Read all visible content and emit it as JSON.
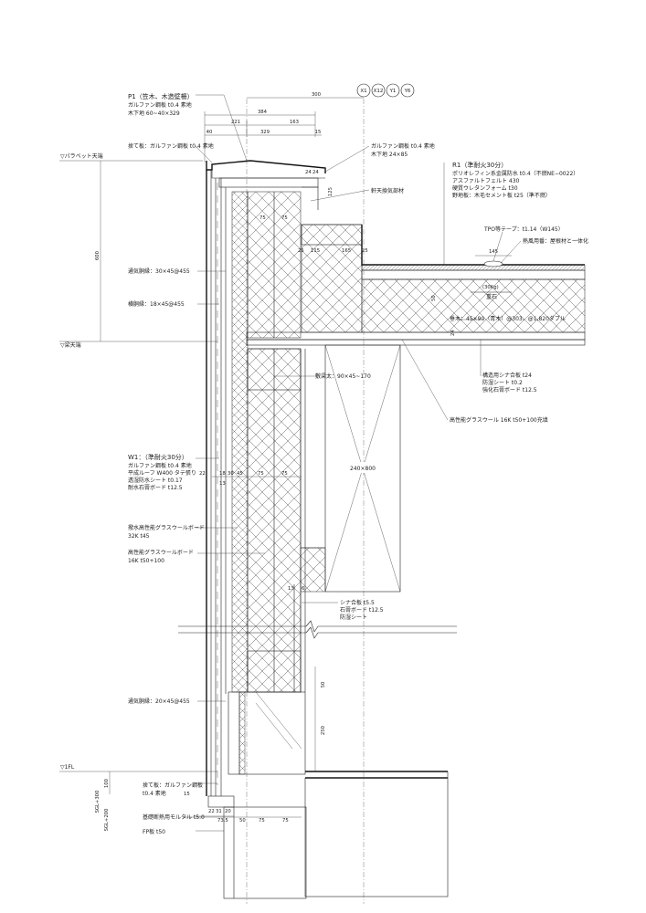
{
  "grid_labels": [
    "X1",
    "X12",
    "Y1",
    "Y6"
  ],
  "levels": {
    "parapet": "▽パラペット天端",
    "beam": "▽梁天端",
    "floor1": "▽1FL",
    "sglp300": "SGL+300",
    "sglp200": "SGL+200"
  },
  "notes": {
    "p1_title": "P1（笠木、木造壁柵）",
    "p1_l1": "ガルファン鋼板 t0.4 素地",
    "p1_l2": "木下地 60~40×329",
    "flashing_top": "捨て板：ガルファン鋼板 t0.4 素地",
    "soffit_l1": "ガルファン鋼板 t0.4 素地",
    "soffit_l2": "木下地 24×85",
    "eave_vent": "軒天換気部材",
    "r1_title": "R1（準耐火30分）",
    "r1_l1": "ポリオレフィン系金属防水 t0.4（不燃NE−0022）",
    "r1_l2": "アスファルトフェルト 430",
    "r1_l3": "硬質ウレタンフォーム t30",
    "r1_l4": "野地板：木毛セメント板 t25（準不燃）",
    "tpo_tape": "TPO等テープ：t1.14（W145）",
    "wind": "熱風用番：屋根材と一体化",
    "weight": "重石",
    "weight_dim": "(30Kg)",
    "rafter": "垂木：45×90（青木）@303、@1,820ダブル",
    "ply": "構造用シナ合板 t24",
    "moist": "防湿シート t0.2",
    "gyp": "強化石膏ボード t12.5",
    "glass_roof": "高性能グラスウール 16K t50+100充填",
    "furring1": "通気胴縁：30×45@455",
    "furring2": "横胴縁：18×45@455",
    "joist": "敷梁太：90×45~170",
    "beam_size": "240×800",
    "w1_title": "W1：（準耐火30分）",
    "w1_l1": "ガルファン鋼板 t0.4 素地",
    "w1_l2": "平成ルーフ W400 タテ張り",
    "w1_l3": "透湿防水シート t0.17",
    "w1_l4": "耐水石膏ボード t12.5",
    "board1_l1": "撥水高性能グラスウールボード",
    "board1_l2": "32K t45",
    "board2_l1": "高性能グラスウールボード",
    "board2_l2": "16K t50+100",
    "int_l1": "シナ合板 t5.5",
    "int_l2": "石膏ボード t12.5",
    "int_l3": "防湿シート",
    "furring3": "通気胴縁：20×45@455",
    "flash_bottom_l1": "捨て板：ガルファン鋼板",
    "flash_bottom_l2": "t0.4 素地",
    "mortar": "基礎断熱用モルタル t5.0",
    "fp": "FP板 t50"
  },
  "dims": {
    "d300": "300",
    "d384": "384",
    "d221": "221",
    "d163": "163",
    "d40": "40",
    "d329": "329",
    "d15": "15",
    "d24a": "24",
    "d24b": "24",
    "d125": "125",
    "d75a": "75",
    "d75b": "75",
    "d115": "115",
    "d165": "165",
    "d25a": "25",
    "d25b": "25",
    "d600": "600",
    "d145": "145",
    "d50a": "50",
    "d24c": "24",
    "d18": "18",
    "d13a": "13",
    "d30": "30",
    "d45": "45",
    "d75c": "75",
    "d75d": "75",
    "d22": "22",
    "d13b": "13",
    "d6": "6",
    "d50b": "50",
    "d250": "250",
    "d100": "100",
    "d15b": "15",
    "d22b": "22",
    "d31": "31",
    "d20": "20",
    "d73": "73.5",
    "d50c": "50",
    "d75e": "75",
    "d75f": "75"
  }
}
